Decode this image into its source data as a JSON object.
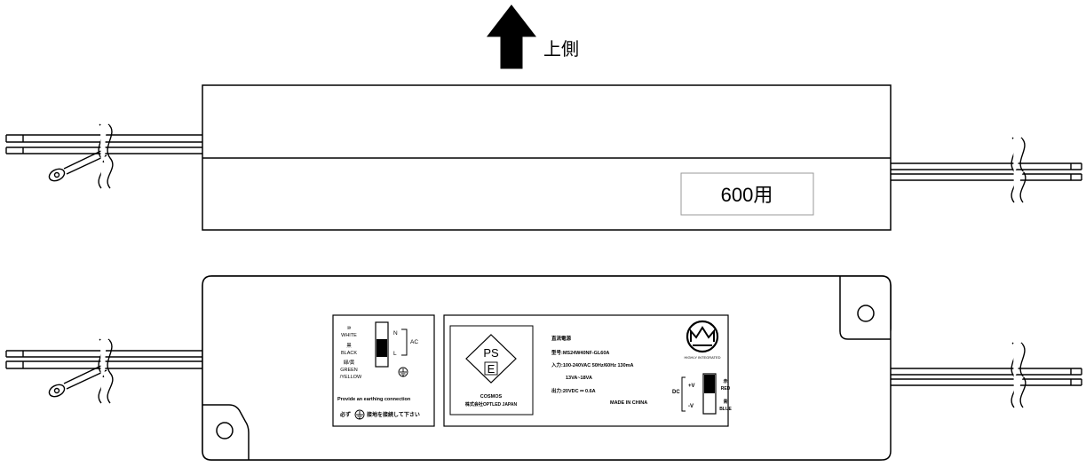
{
  "direction": {
    "arrow_icon": "up-arrow-icon",
    "label": "上側"
  },
  "top_view": {
    "model_tag": "600用"
  },
  "bottom_view": {
    "label_ac": {
      "wire_white_num": "⑩",
      "wire_white": "WHITE",
      "wire_black_kanji": "黒",
      "wire_black": "BLACK",
      "wire_gy_kanji": "緑/黄",
      "wire_green": "GREEN",
      "wire_yellow": "/YELLOW",
      "terminal_n": "N",
      "terminal_l": "L",
      "ac": "AC",
      "earth_note_en": "Provide an earthing connection",
      "earth_note_jp_pre": "必ず",
      "earth_note_jp_post": "接地を接続して下さい"
    },
    "label_spec": {
      "pse_top": "PS",
      "pse_bottom": "E",
      "pse_brand": "COSMOS",
      "pse_company": "株式会社OPTLED JAPAN",
      "product_name": "直流電源",
      "model": "型号:MS24W40NF-GL60A",
      "input_line1": "入力:100-240VAC  50Hz/60Hz  130mA",
      "input_line2": "13VA~18VA",
      "output": "出力:20VDC ⎓ 0.6A",
      "made_in": "MADE IN CHINA",
      "logo_icon": "circle-m-logo-icon",
      "logo_text": "HIGHLY INTEGRATED",
      "dc": "DC",
      "plus_v": "+V",
      "minus_v": "-V",
      "red_kanji": "赤",
      "red": "RED",
      "blue_kanji": "青",
      "blue": "BLUE"
    }
  },
  "icons": {
    "earth": "earth-ground-icon",
    "break": "wire-break-icon",
    "mount_hole": "mounting-hole-icon",
    "ring_terminal": "ring-terminal-icon"
  }
}
